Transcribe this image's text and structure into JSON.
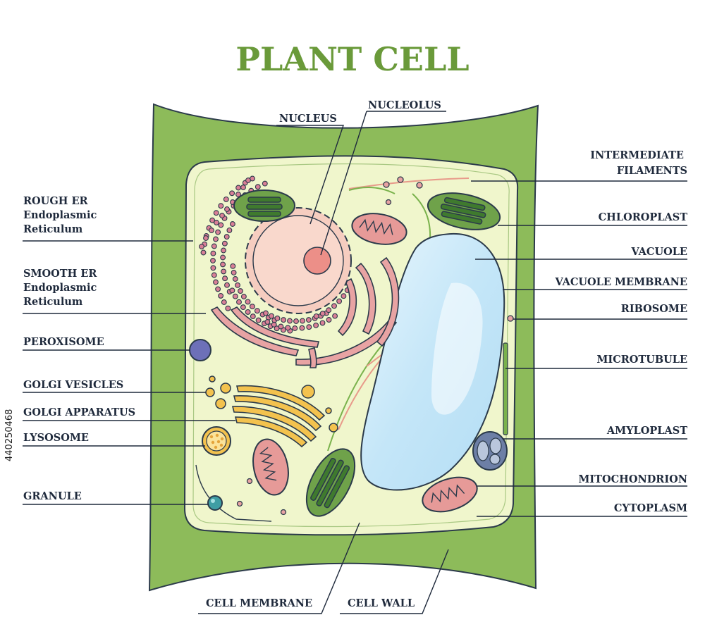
{
  "title": "PLANT CELL",
  "stock_id": "440250468",
  "colors": {
    "cell_wall": "#8dbb5a",
    "cytoplasm": "#f0f6cc",
    "nucleus": "#f6cdc0",
    "nucleolus": "#ec8f88",
    "er": "#e8a3a3",
    "vacuole": "#c4e6f8",
    "chloroplast": "#6fa24a",
    "golgi": "#f3c24e",
    "peroxisome": "#6d70b8",
    "granule": "#3f9ea4",
    "title": "#6a9a3a"
  },
  "labels": {
    "nucleus": "NUCLEUS",
    "nucleolus": "NUCLEOLUS",
    "rough_er": [
      "ROUGH ER",
      "Endoplasmic",
      "Reticulum"
    ],
    "smooth_er": [
      "SMOOTH ER",
      "Endoplasmic",
      "Reticulum"
    ],
    "peroxisome": "PEROXISOME",
    "golgi_vesicles": "GOLGI VESICLES",
    "golgi_apparatus": "GOLGI APPARATUS",
    "lysosome": "LYSOSOME",
    "granule": "GRANULE",
    "intermediate_filaments": [
      "INTERMEDIATE",
      "FILAMENTS"
    ],
    "chloroplast": "CHLOROPLAST",
    "vacuole": "VACUOLE",
    "vacuole_membrane": "VACUOLE MEMBRANE",
    "ribosome": "RIBOSOME",
    "microtubule": "MICROTUBULE",
    "amyloplast": "AMYLOPLAST",
    "mitochondrion": "MITOCHONDRION",
    "cytoplasm": "CYTOPLASM",
    "cell_membrane": "CELL MEMBRANE",
    "cell_wall": "CELL WALL"
  }
}
